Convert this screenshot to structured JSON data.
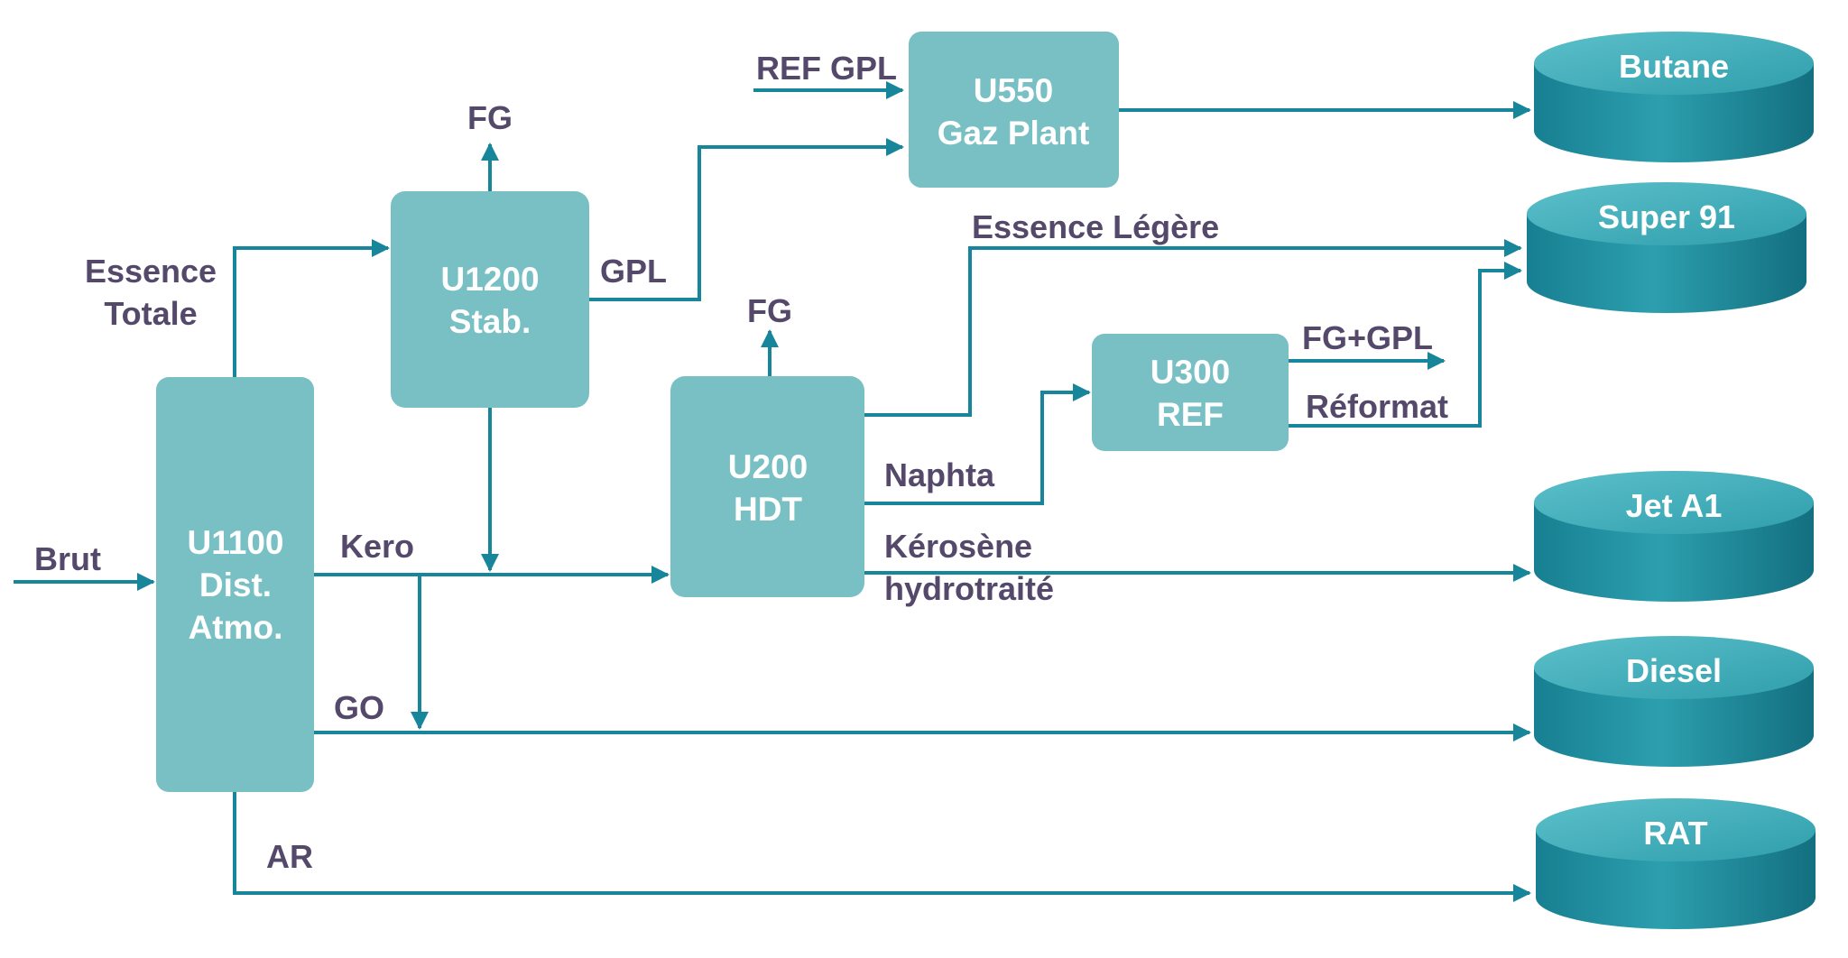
{
  "colors": {
    "unit_fill": "#79c0c5",
    "flow_line": "#17869a",
    "label_text": "#55496b",
    "tank_body": "#1f8fa0",
    "tank_top": "#46b3bf"
  },
  "units": {
    "u1100": [
      "U1100",
      "Dist.",
      "Atmo."
    ],
    "u1200": [
      "U1200",
      "Stab."
    ],
    "u200": [
      "U200",
      "HDT"
    ],
    "u300": [
      "U300",
      "REF"
    ],
    "u550": [
      "U550",
      "Gaz Plant"
    ]
  },
  "tanks": {
    "butane": "Butane",
    "super91": "Super 91",
    "jet_a1": "Jet A1",
    "diesel": "Diesel",
    "rat": "RAT"
  },
  "streams": {
    "brut": "Brut",
    "essence_totale": [
      "Essence",
      "Totale"
    ],
    "fg_u1200": "FG",
    "gpl": "GPL",
    "ref_gpl": "REF GPL",
    "fg_u200": "FG",
    "essence_legere": "Essence Légère",
    "fg_gpl": "FG+GPL",
    "reformat": "Réformat",
    "naphta": "Naphta",
    "kero": "Kero",
    "kerosene_hydrotraite": [
      "Kérosène",
      "hydrotraité"
    ],
    "go": "GO",
    "ar": "AR"
  }
}
